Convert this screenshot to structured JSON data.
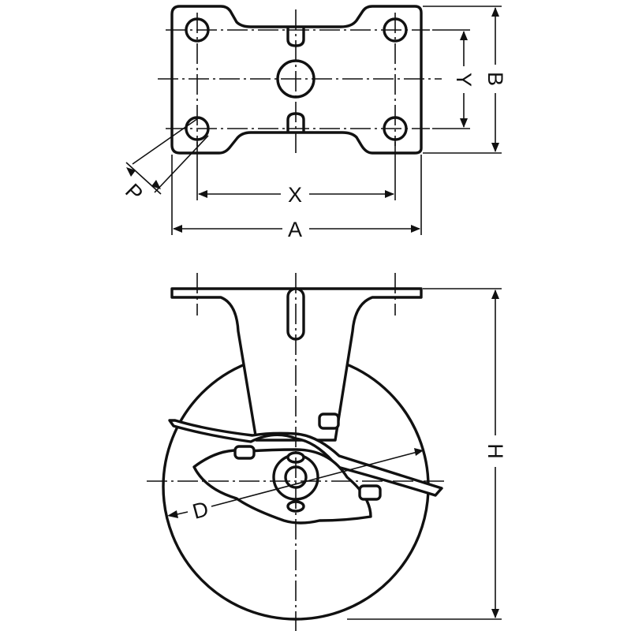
{
  "diagram": {
    "type": "caster-wheel-dimension-drawing",
    "views": [
      "top-plate-view",
      "side-view"
    ],
    "labels": {
      "A": "A",
      "B": "B",
      "X": "X",
      "Y": "Y",
      "P": "P",
      "H": "H",
      "D": "D"
    },
    "colors": {
      "line": "#111111",
      "background": "#ffffff"
    }
  }
}
